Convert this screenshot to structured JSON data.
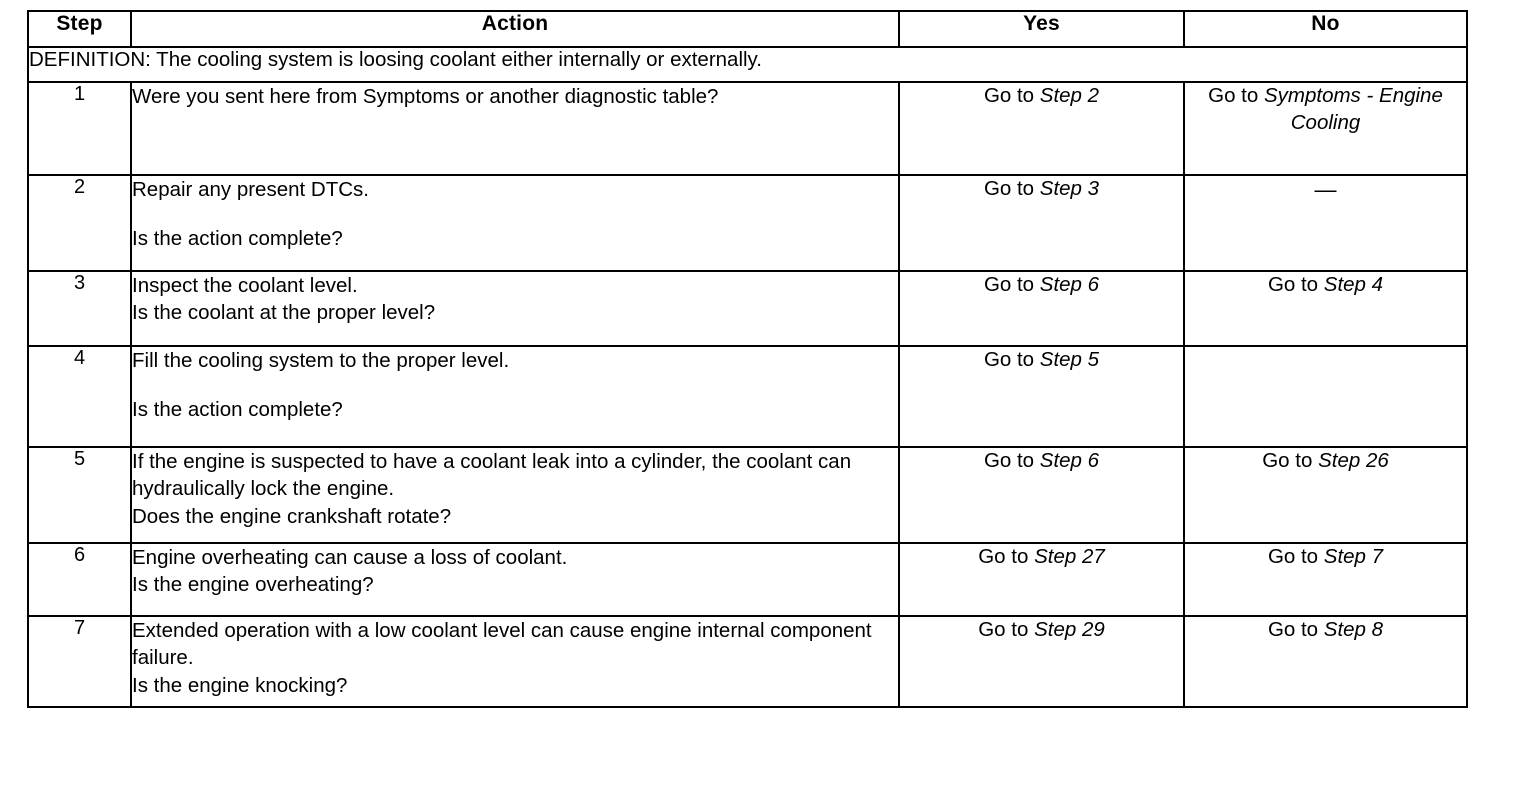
{
  "table": {
    "columns": [
      "Step",
      "Action",
      "Yes",
      "No"
    ],
    "definition_label": "DEFINITION: The cooling system is loosing coolant either internally or externally.",
    "rows": [
      {
        "step": "1",
        "action_lines": [
          "Were you sent here from Symptoms or another diagnostic table?"
        ],
        "yes": {
          "prefix": "Go to ",
          "target": "Step 2",
          "align": "bottom"
        },
        "no": {
          "prefix": "Go to ",
          "target": "Symptoms - Engine Cooling",
          "align": "top"
        }
      },
      {
        "step": "2",
        "action_lines": [
          "Repair any present DTCs.",
          "Is the action complete?"
        ],
        "yes": {
          "prefix": "Go to ",
          "target": "Step 3",
          "align": "bottom"
        },
        "no": {
          "prefix": "",
          "target": "",
          "dash": "—",
          "align": "middle"
        }
      },
      {
        "step": "3",
        "action_lines": [
          "Inspect the coolant level.",
          "Is the coolant at the proper level?"
        ],
        "yes": {
          "prefix": "Go to ",
          "target": "Step 6",
          "align": "bottom"
        },
        "no": {
          "prefix": "Go to ",
          "target": "Step 4",
          "align": "bottom"
        }
      },
      {
        "step": "4",
        "action_lines": [
          "Fill the cooling system to the proper level.",
          "Is the action complete?"
        ],
        "yes": {
          "prefix": "Go to ",
          "target": "Step 5",
          "align": "bottom"
        },
        "no": {
          "prefix": "",
          "target": "",
          "align": "bottom"
        }
      },
      {
        "step": "5",
        "action_lines": [
          "If the engine is suspected to have a coolant leak into a cylinder, the coolant can hydraulically lock the engine.",
          "Does the engine crankshaft rotate?"
        ],
        "yes": {
          "prefix": "Go to ",
          "target": "Step 6",
          "align": "bottom"
        },
        "no": {
          "prefix": "Go to ",
          "target": "Step 26",
          "align": "bottom"
        }
      },
      {
        "step": "6",
        "action_lines": [
          "Engine overheating can cause a loss of coolant.",
          "Is the engine overheating?"
        ],
        "yes": {
          "prefix": "Go to ",
          "target": "Step 27",
          "align": "bottom"
        },
        "no": {
          "prefix": "Go to ",
          "target": "Step 7",
          "align": "bottom"
        }
      },
      {
        "step": "7",
        "action_lines": [
          "Extended operation with a low coolant level can cause engine internal component failure.",
          "Is the engine knocking?"
        ],
        "yes": {
          "prefix": "Go to ",
          "target": "Step 29",
          "align": "bottom"
        },
        "no": {
          "prefix": "Go to ",
          "target": "Step 8",
          "align": "bottom"
        }
      }
    ]
  },
  "colors": {
    "border": "#000000",
    "text": "#000000",
    "background": "#ffffff"
  }
}
